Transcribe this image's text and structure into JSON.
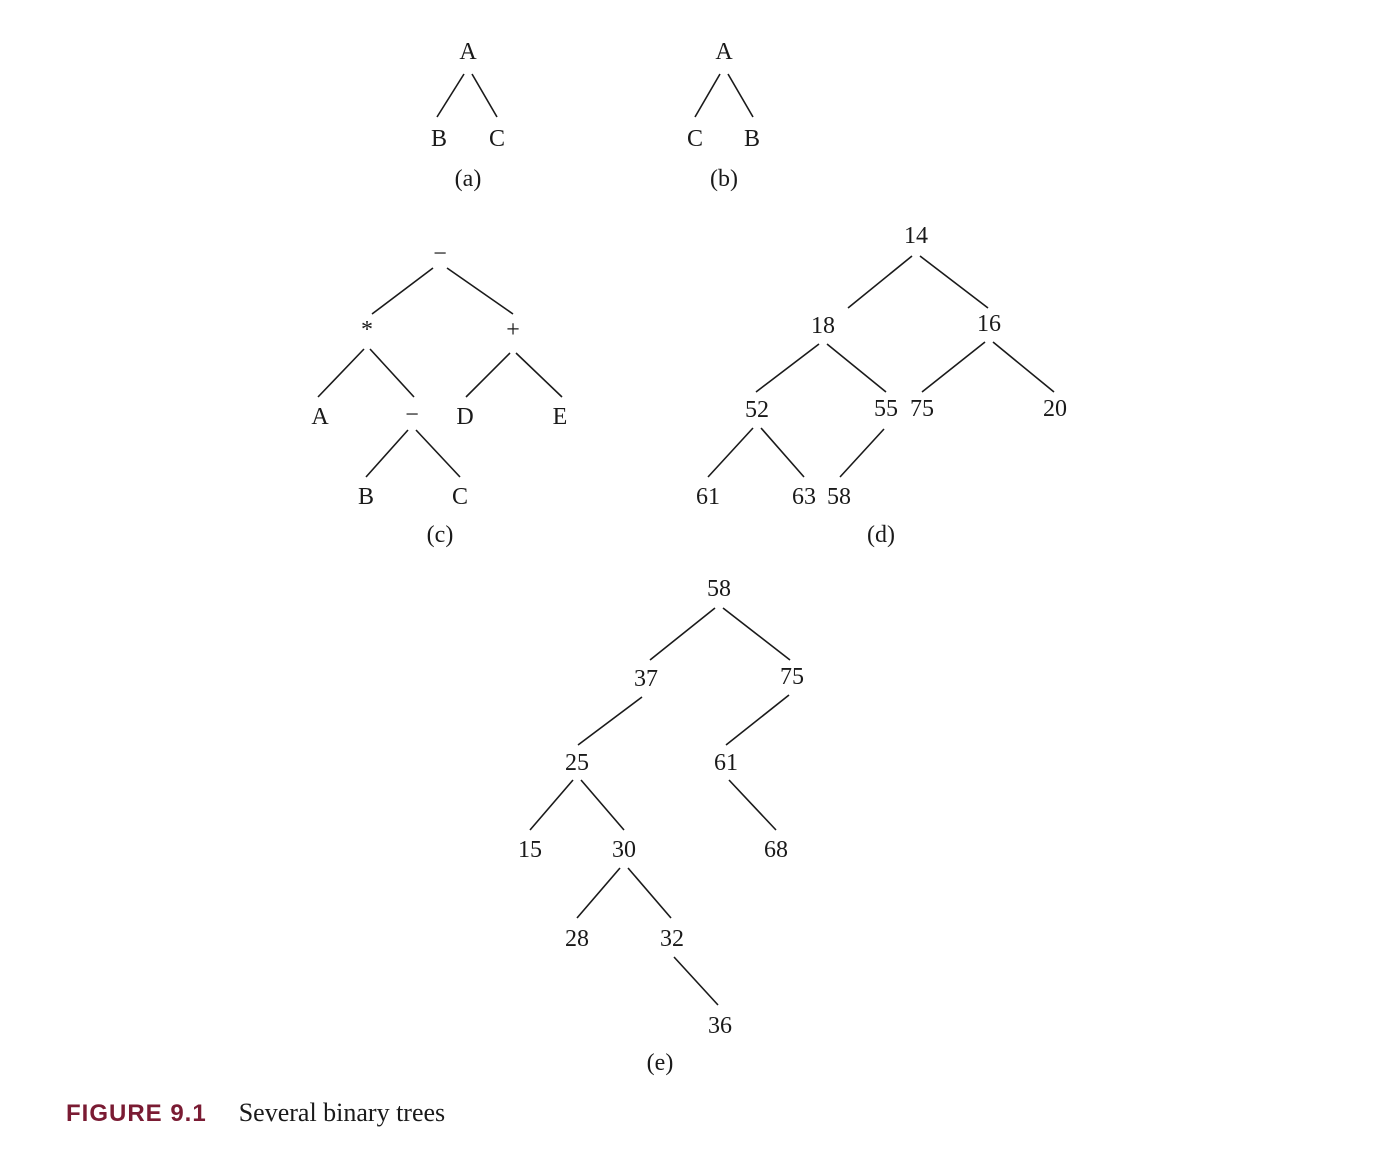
{
  "caption": {
    "number": "FIGURE 9.1",
    "text": "Several binary trees"
  },
  "trees": [
    {
      "panel_label": "(a)",
      "nodes": [
        {
          "id": "a_A",
          "label": "A"
        },
        {
          "id": "a_B",
          "label": "B"
        },
        {
          "id": "a_C",
          "label": "C"
        }
      ],
      "edges": [
        [
          "a_A",
          "a_B"
        ],
        [
          "a_A",
          "a_C"
        ]
      ]
    },
    {
      "panel_label": "(b)",
      "nodes": [
        {
          "id": "b_A",
          "label": "A"
        },
        {
          "id": "b_C",
          "label": "C"
        },
        {
          "id": "b_B",
          "label": "B"
        }
      ],
      "edges": [
        [
          "b_A",
          "b_C"
        ],
        [
          "b_A",
          "b_B"
        ]
      ]
    },
    {
      "panel_label": "(c)",
      "nodes": [
        {
          "id": "c_minus1",
          "label": "−"
        },
        {
          "id": "c_star",
          "label": "*"
        },
        {
          "id": "c_plus",
          "label": "+"
        },
        {
          "id": "c_A",
          "label": "A"
        },
        {
          "id": "c_minus2",
          "label": "−"
        },
        {
          "id": "c_D",
          "label": "D"
        },
        {
          "id": "c_E",
          "label": "E"
        },
        {
          "id": "c_B",
          "label": "B"
        },
        {
          "id": "c_C",
          "label": "C"
        }
      ],
      "edges": [
        [
          "c_minus1",
          "c_star"
        ],
        [
          "c_minus1",
          "c_plus"
        ],
        [
          "c_star",
          "c_A"
        ],
        [
          "c_star",
          "c_minus2"
        ],
        [
          "c_plus",
          "c_D"
        ],
        [
          "c_plus",
          "c_E"
        ],
        [
          "c_minus2",
          "c_B"
        ],
        [
          "c_minus2",
          "c_C"
        ]
      ]
    },
    {
      "panel_label": "(d)",
      "nodes": [
        {
          "id": "d_14",
          "label": "14"
        },
        {
          "id": "d_18",
          "label": "18"
        },
        {
          "id": "d_16",
          "label": "16"
        },
        {
          "id": "d_52",
          "label": "52"
        },
        {
          "id": "d_55",
          "label": "55"
        },
        {
          "id": "d_75",
          "label": "75"
        },
        {
          "id": "d_20",
          "label": "20"
        },
        {
          "id": "d_61",
          "label": "61"
        },
        {
          "id": "d_63",
          "label": "63"
        },
        {
          "id": "d_58",
          "label": "58"
        }
      ],
      "edges": [
        [
          "d_14",
          "d_18"
        ],
        [
          "d_14",
          "d_16"
        ],
        [
          "d_18",
          "d_52"
        ],
        [
          "d_18",
          "d_55"
        ],
        [
          "d_16",
          "d_75"
        ],
        [
          "d_16",
          "d_20"
        ],
        [
          "d_52",
          "d_61"
        ],
        [
          "d_52",
          "d_63"
        ],
        [
          "d_55",
          "d_58"
        ]
      ]
    },
    {
      "panel_label": "(e)",
      "nodes": [
        {
          "id": "e_58",
          "label": "58"
        },
        {
          "id": "e_37",
          "label": "37"
        },
        {
          "id": "e_75",
          "label": "75"
        },
        {
          "id": "e_25",
          "label": "25"
        },
        {
          "id": "e_61",
          "label": "61"
        },
        {
          "id": "e_15",
          "label": "15"
        },
        {
          "id": "e_30",
          "label": "30"
        },
        {
          "id": "e_68",
          "label": "68"
        },
        {
          "id": "e_28",
          "label": "28"
        },
        {
          "id": "e_32",
          "label": "32"
        },
        {
          "id": "e_36",
          "label": "36"
        }
      ],
      "edges": [
        [
          "e_58",
          "e_37"
        ],
        [
          "e_58",
          "e_75"
        ],
        [
          "e_37",
          "e_25"
        ],
        [
          "e_75",
          "e_61"
        ],
        [
          "e_25",
          "e_15"
        ],
        [
          "e_25",
          "e_30"
        ],
        [
          "e_61",
          "e_68"
        ],
        [
          "e_30",
          "e_28"
        ],
        [
          "e_30",
          "e_32"
        ],
        [
          "e_32",
          "e_36"
        ]
      ]
    }
  ]
}
